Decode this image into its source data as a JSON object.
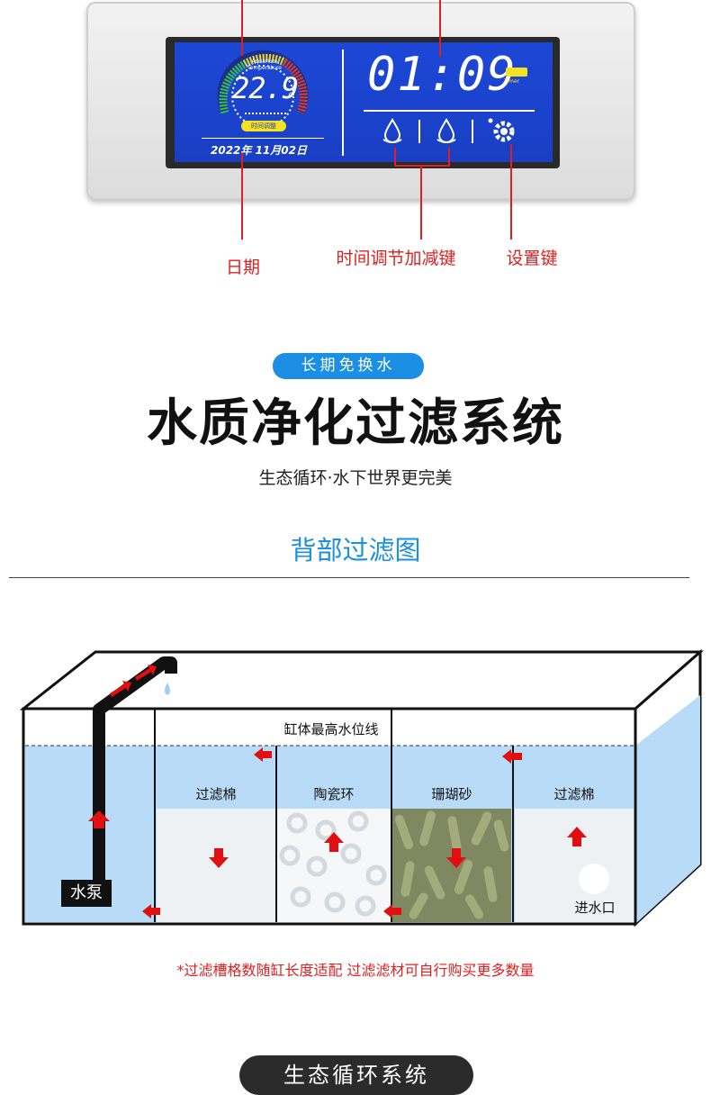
{
  "panel": {
    "aquarium_label": "Aquarium",
    "temperature_label": "Temperature",
    "temp_value": "22.9",
    "temp_unit": "c",
    "mode_badge": "时间调整",
    "date_display": "2022年 11月02日",
    "time_display": "01:09",
    "timer_badge": "Timer"
  },
  "callouts": {
    "date": "日期",
    "time_adjust": "时间调节加减键",
    "settings": "设置键"
  },
  "section": {
    "pill": "长期免换水",
    "title": "水质净化过滤系统",
    "subtitle": "生态循环·水下世界更完美",
    "diagram_heading": "背部过滤图"
  },
  "tank": {
    "water_line_label": "缸体最高水位线",
    "pump_label": "水泵",
    "compartments": [
      "过滤棉",
      "陶瓷环",
      "珊瑚砂",
      "过滤棉"
    ],
    "inlet_label": "进水口"
  },
  "note": "*过滤槽格数随缸长度适配 过滤滤材可自行购买更多数量",
  "bottom_pill": "生态循环系统",
  "colors": {
    "accent_blue": "#1a8fe3",
    "callout_red": "#e02020",
    "water": "#b8dcf7",
    "lcd_blue": "#1c47d6"
  }
}
